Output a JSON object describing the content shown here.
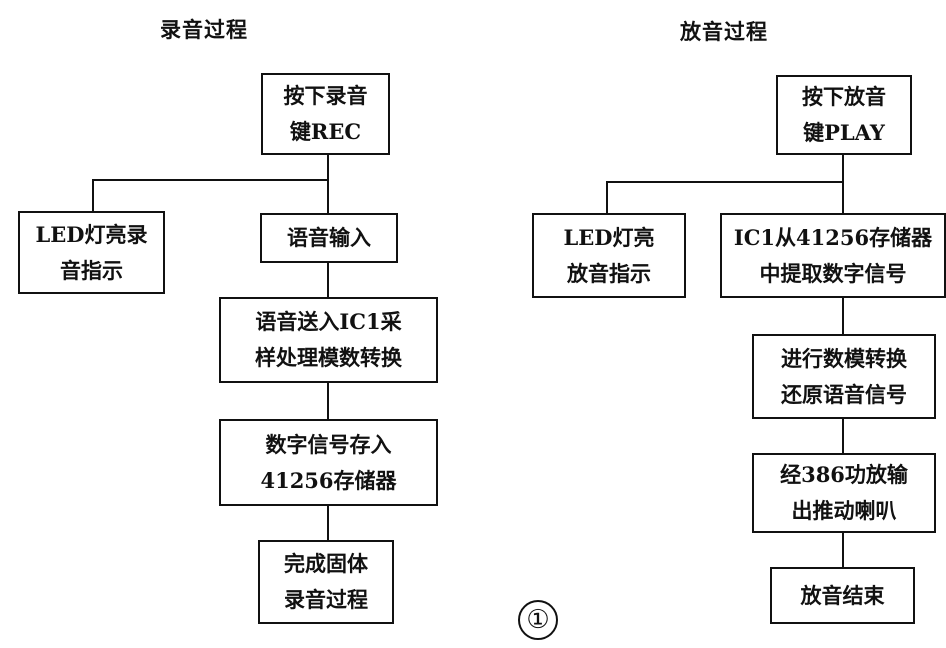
{
  "left": {
    "title": "录音过程",
    "boxes": [
      {
        "lines": [
          "按下录音",
          "键REC"
        ]
      },
      {
        "lines": [
          "LED灯亮录",
          "音指示"
        ]
      },
      {
        "lines": [
          "语音输入"
        ]
      },
      {
        "lines": [
          "语音送入IC1采",
          "样处理模数转换"
        ]
      },
      {
        "lines": [
          "数字信号存入",
          "41256存储器"
        ]
      },
      {
        "lines": [
          "完成固体",
          "录音过程"
        ]
      }
    ]
  },
  "right": {
    "title": "放音过程",
    "boxes": [
      {
        "lines": [
          "按下放音",
          "键PLAY"
        ]
      },
      {
        "lines": [
          "LED灯亮",
          "放音指示"
        ]
      },
      {
        "lines": [
          "IC1从41256存储器",
          "中提取数字信号"
        ]
      },
      {
        "lines": [
          "进行数模转换",
          "还原语音信号"
        ]
      },
      {
        "lines": [
          "经386功放输",
          "出推动喇叭"
        ]
      },
      {
        "lines": [
          "放音结束"
        ]
      }
    ]
  },
  "figure_number": "①"
}
